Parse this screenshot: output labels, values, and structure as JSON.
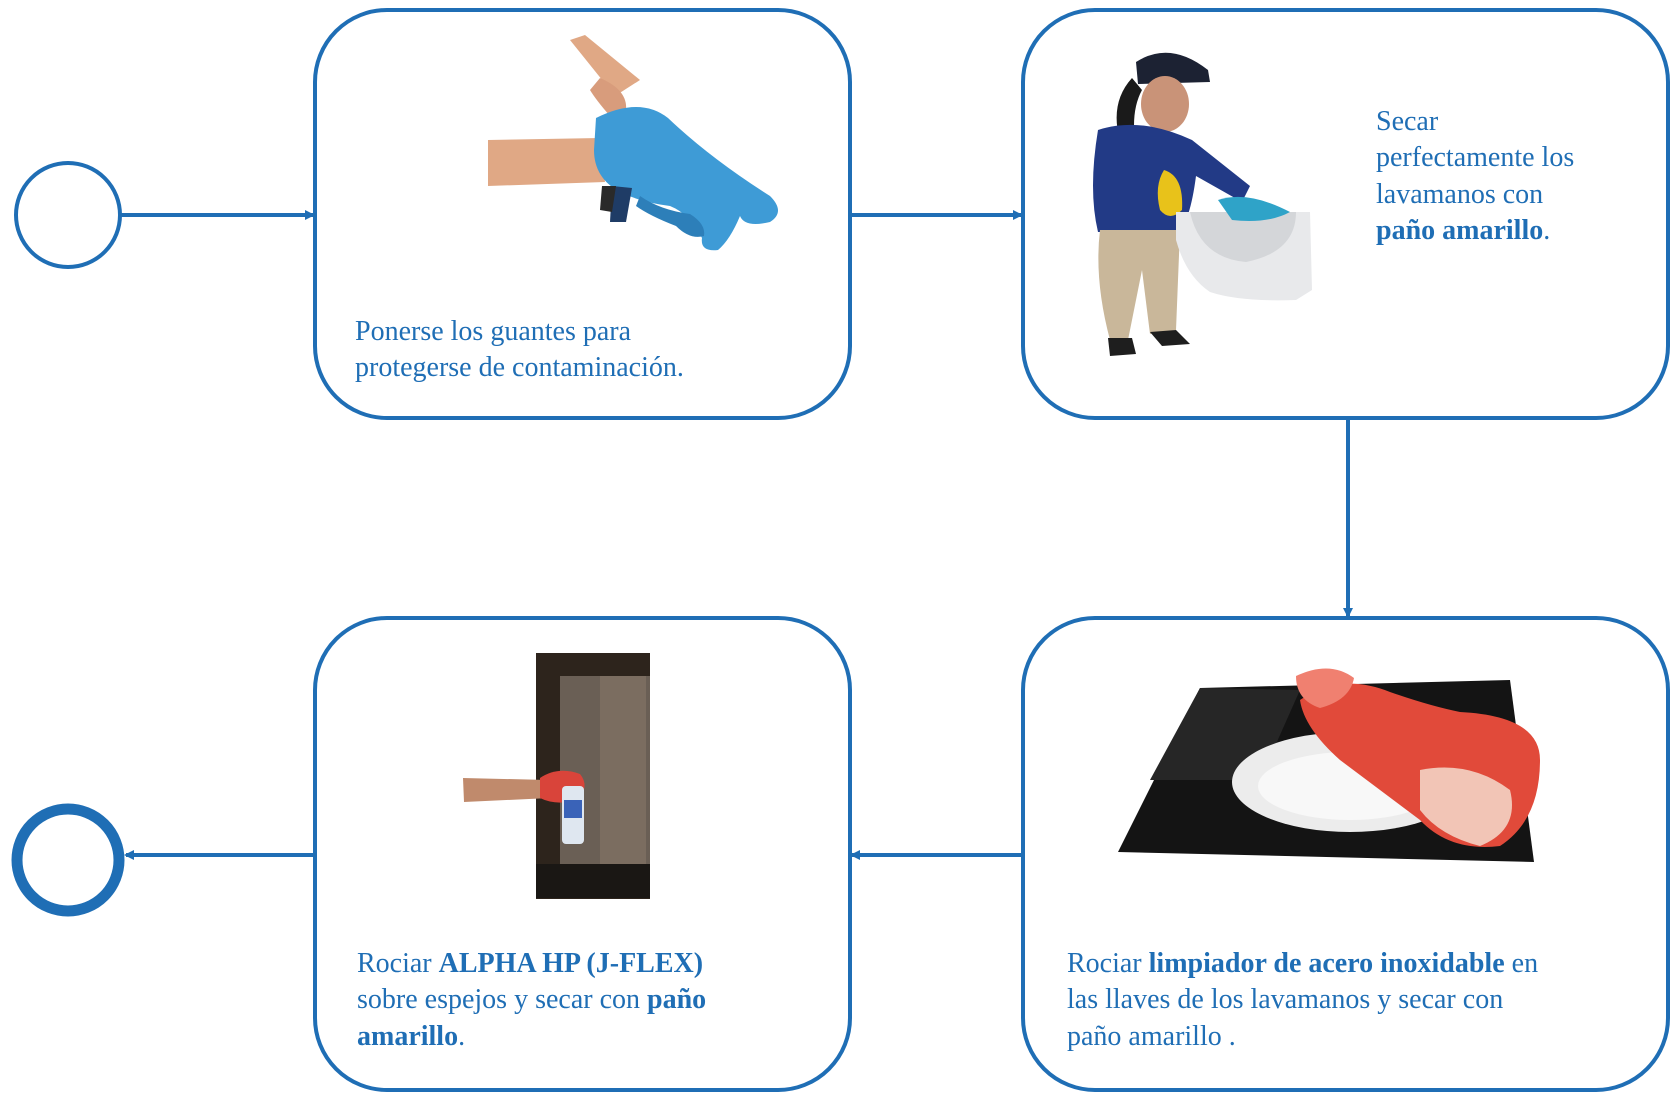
{
  "colors": {
    "flow_blue": "#1f6eb5",
    "text_blue": "#1f6eb5",
    "background": "#ffffff"
  },
  "nodes": {
    "start": {
      "kind": "start-event"
    },
    "step1": {
      "image": "gloves-photo",
      "text": [
        "Ponerse los guantes para",
        "protegerse de contaminación."
      ]
    },
    "step2": {
      "image": "worker-drying-sink-photo",
      "text_l1": "Secar",
      "text_l2": "perfectamente los",
      "text_l3": "lavamanos con",
      "text_bold": "paño amarillo",
      "text_end": "."
    },
    "step3": {
      "image": "spraying-faucet-photo",
      "pre": "Rociar ",
      "bold": "limpiador de acero inoxidable",
      "post1": " en",
      "line2": "las llaves de los lavamanos y secar con",
      "line3": "paño amarillo ."
    },
    "step4": {
      "image": "spraying-mirror-photo",
      "pre": "Rociar ",
      "bold1": "ALPHA HP (J-FLEX)",
      "line2_pre": "sobre espejos y secar con ",
      "bold2a": "paño",
      "bold2b": "amarillo",
      "end": "."
    },
    "end": {
      "kind": "end-event"
    }
  },
  "edges": [
    [
      "start",
      "step1"
    ],
    [
      "step1",
      "step2"
    ],
    [
      "step2",
      "step3"
    ],
    [
      "step3",
      "step4"
    ],
    [
      "step4",
      "end"
    ]
  ]
}
